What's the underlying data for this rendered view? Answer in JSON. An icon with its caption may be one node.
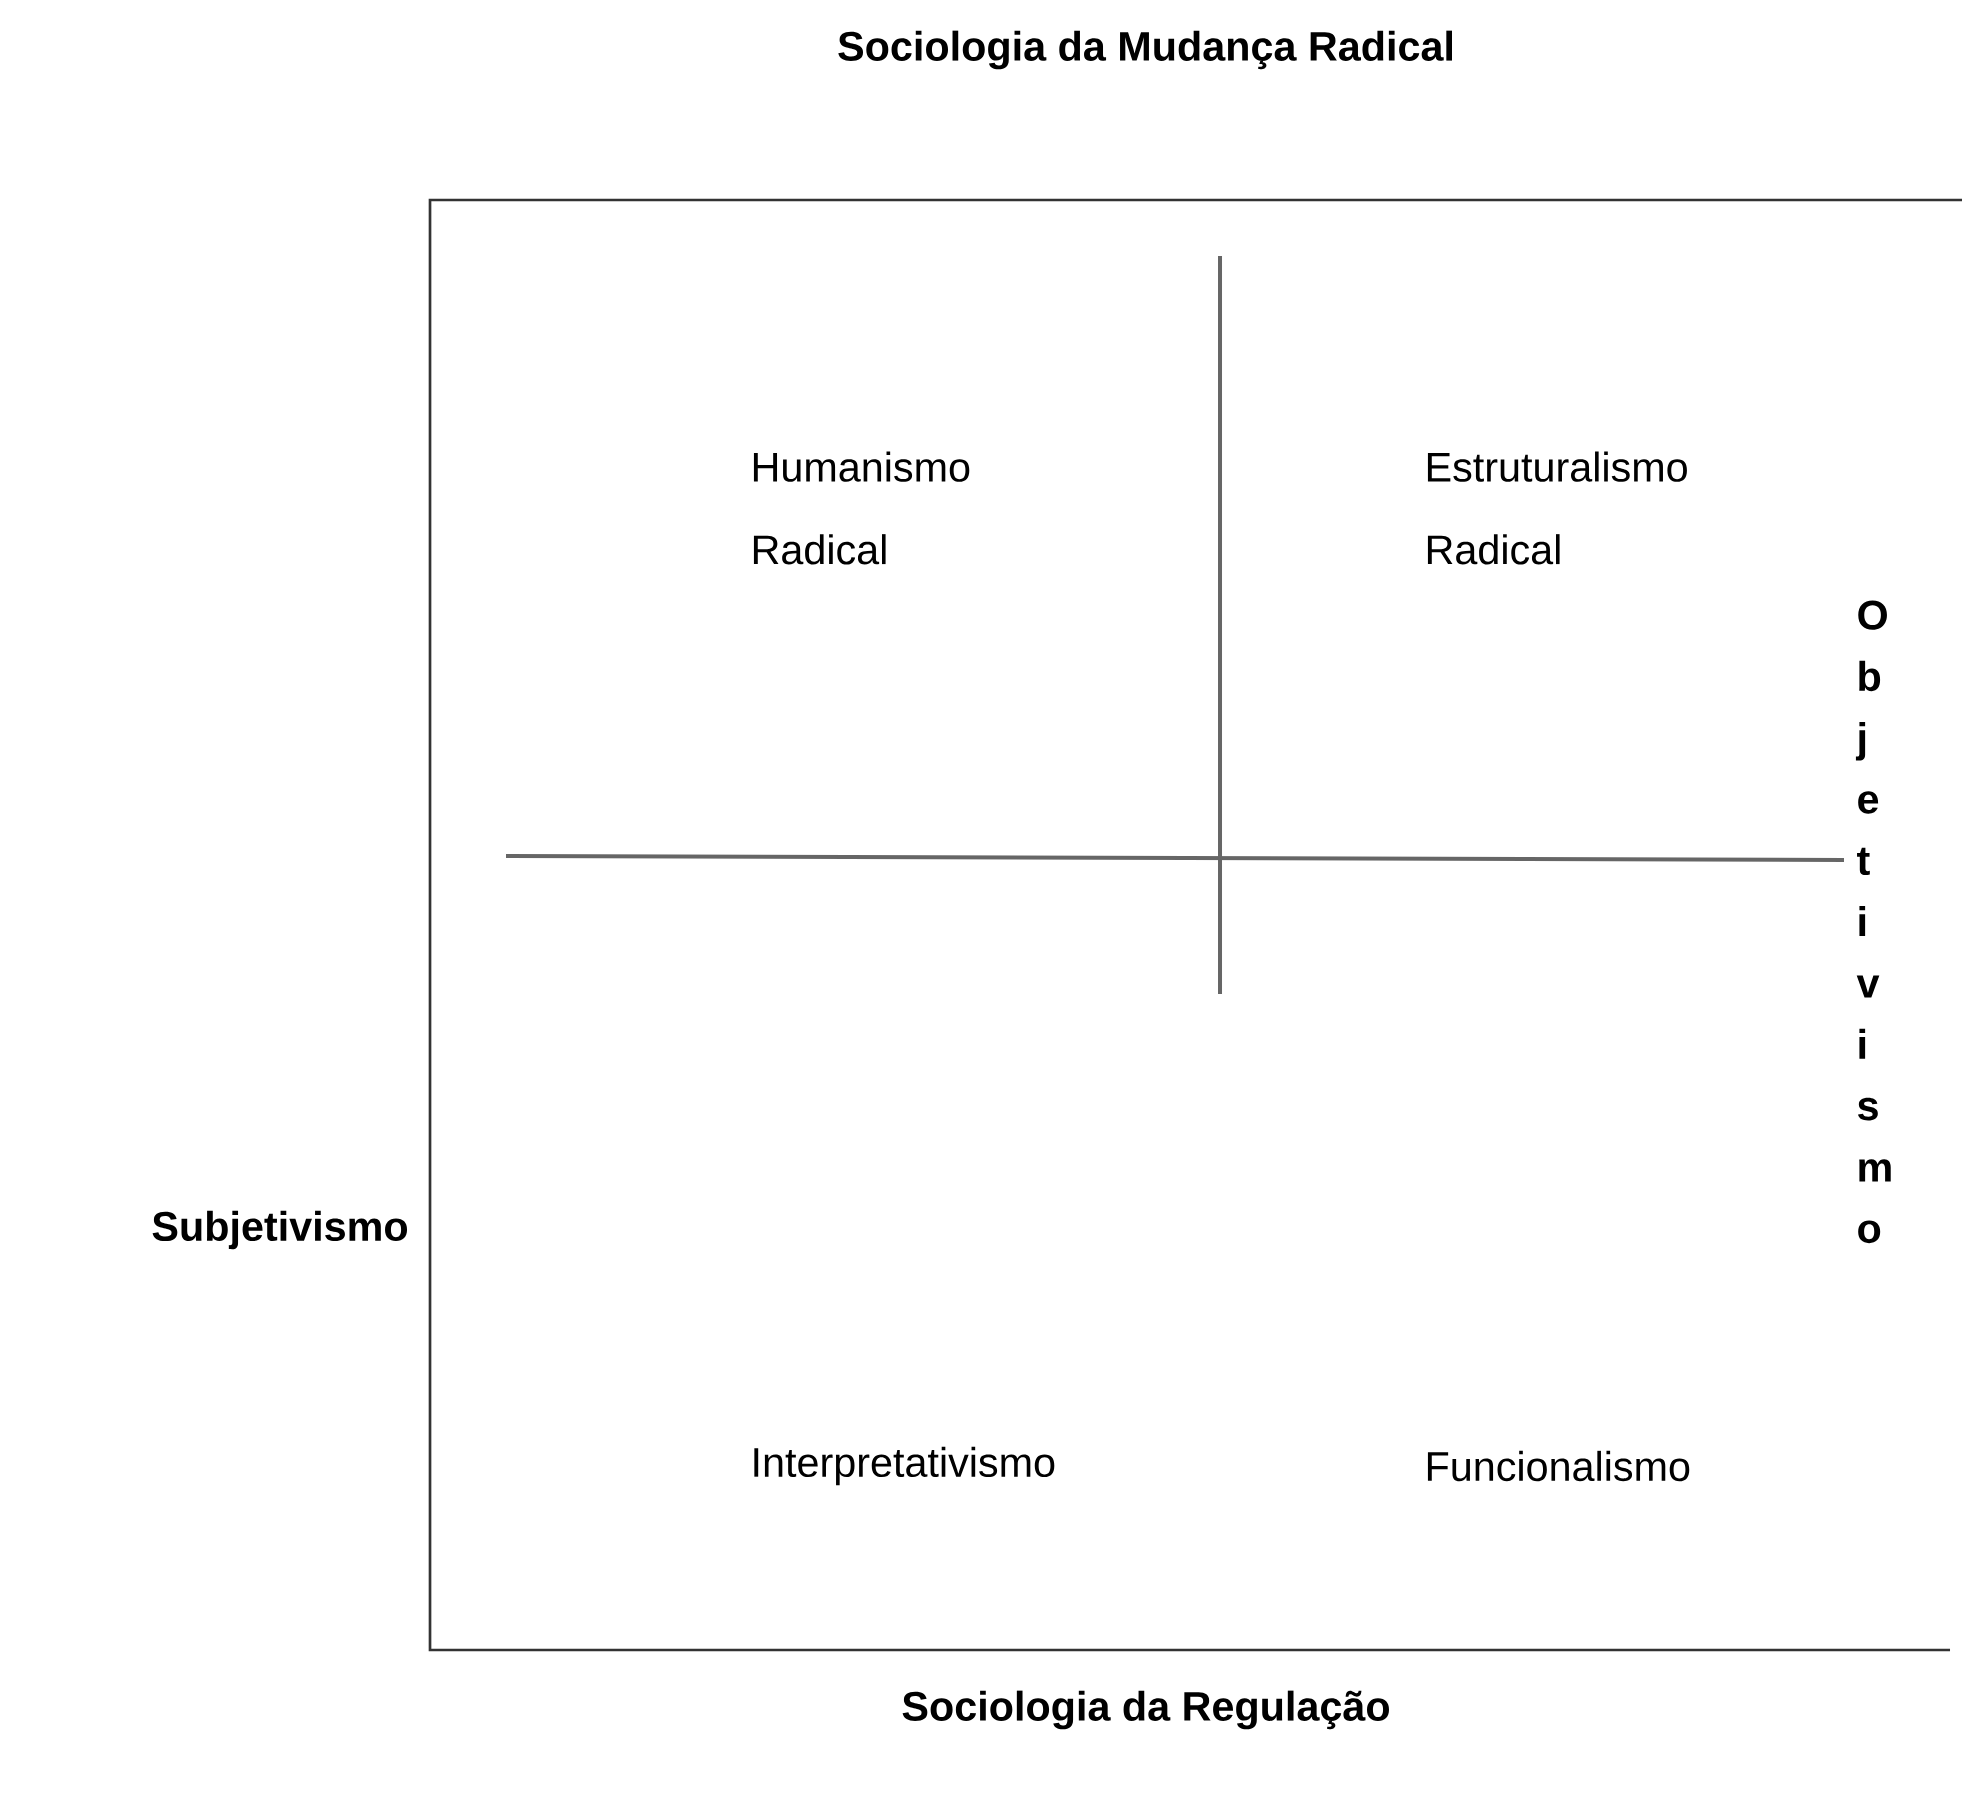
{
  "diagram": {
    "labels": [
      "Sociologia da Mudança Radical",
      "Humanismo Radical",
      "Estruturalismo Radical",
      "Objetivismo",
      "Subjetivismo",
      "Interpretativismo",
      "Funcionalismo",
      "Sociologia da Regulação"
    ]
  }
}
